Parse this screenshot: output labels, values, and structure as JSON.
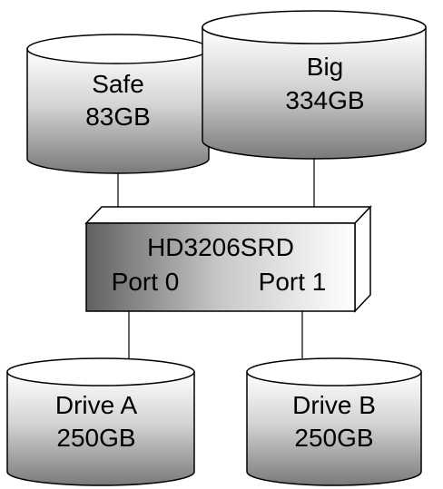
{
  "volumes": {
    "safe": {
      "name": "Safe",
      "size": "83GB"
    },
    "big": {
      "name": "Big",
      "size": "334GB"
    }
  },
  "controller": {
    "model": "HD3206SRD",
    "port0": "Port 0",
    "port1": "Port 1"
  },
  "drives": {
    "drive_a": {
      "name": "Drive A",
      "size": "250GB"
    },
    "drive_b": {
      "name": "Drive B",
      "size": "250GB"
    }
  }
}
